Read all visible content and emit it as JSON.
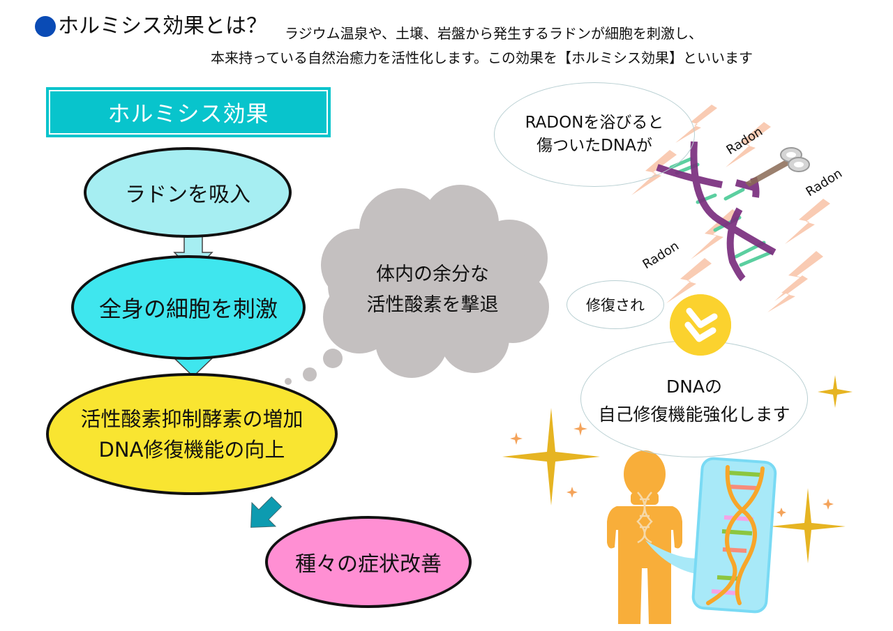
{
  "header": {
    "title": "ホルミシス効果とは？",
    "intro_line1": "ラジウム温泉や、土壌、岩盤から発生するラドンが細胞を刺激し、",
    "intro_line2": "本来持っている自然治癒力を活性化します。この効果を【ホルミシス効果】といいます"
  },
  "banner": {
    "label": "ホルミシス効果"
  },
  "flow": {
    "steps": [
      {
        "label": "ラドンを吸入",
        "color": "#a6eef2"
      },
      {
        "label": "全身の細胞を刺激",
        "color": "#3fe6ee"
      },
      {
        "line1": "活性酸素抑制酵素の増加",
        "line2": "DNA修復機能の向上",
        "color": "#f9e531"
      },
      {
        "label": "種々の症状改善",
        "color": "#ff8fd3"
      }
    ]
  },
  "thought_cloud": {
    "line1": "体内の余分な",
    "line2": "活性酸素を撃退",
    "color": "#c4c0c0"
  },
  "illustration": {
    "bubble1": {
      "line1": "RADONを浴びると",
      "line2": "傷ついたDNAが"
    },
    "radon_labels": [
      "Radon",
      "Radon",
      "Radon"
    ],
    "bubble2": {
      "label": "修復され"
    },
    "bubble3": {
      "line1": "DNAの",
      "line2": "自己修復機能強化します"
    },
    "icons": [
      "dna-damaged-icon",
      "scissors-icon",
      "lightning-icon",
      "chevron-down-circle-icon",
      "person-icon",
      "dna-icon",
      "sparkle-icon"
    ]
  },
  "colors": {
    "title_dot": "#0a4bb5",
    "banner": "#08c4cc",
    "dna_purple": "#7a2e7e",
    "dna_green": "#5bcfa0",
    "lightning": "#f8c3a6",
    "check_circle": "#fbd22e",
    "person": "#f8ae3a",
    "dna_card": "#a8e9f8",
    "sparkle": "#e6b422"
  }
}
